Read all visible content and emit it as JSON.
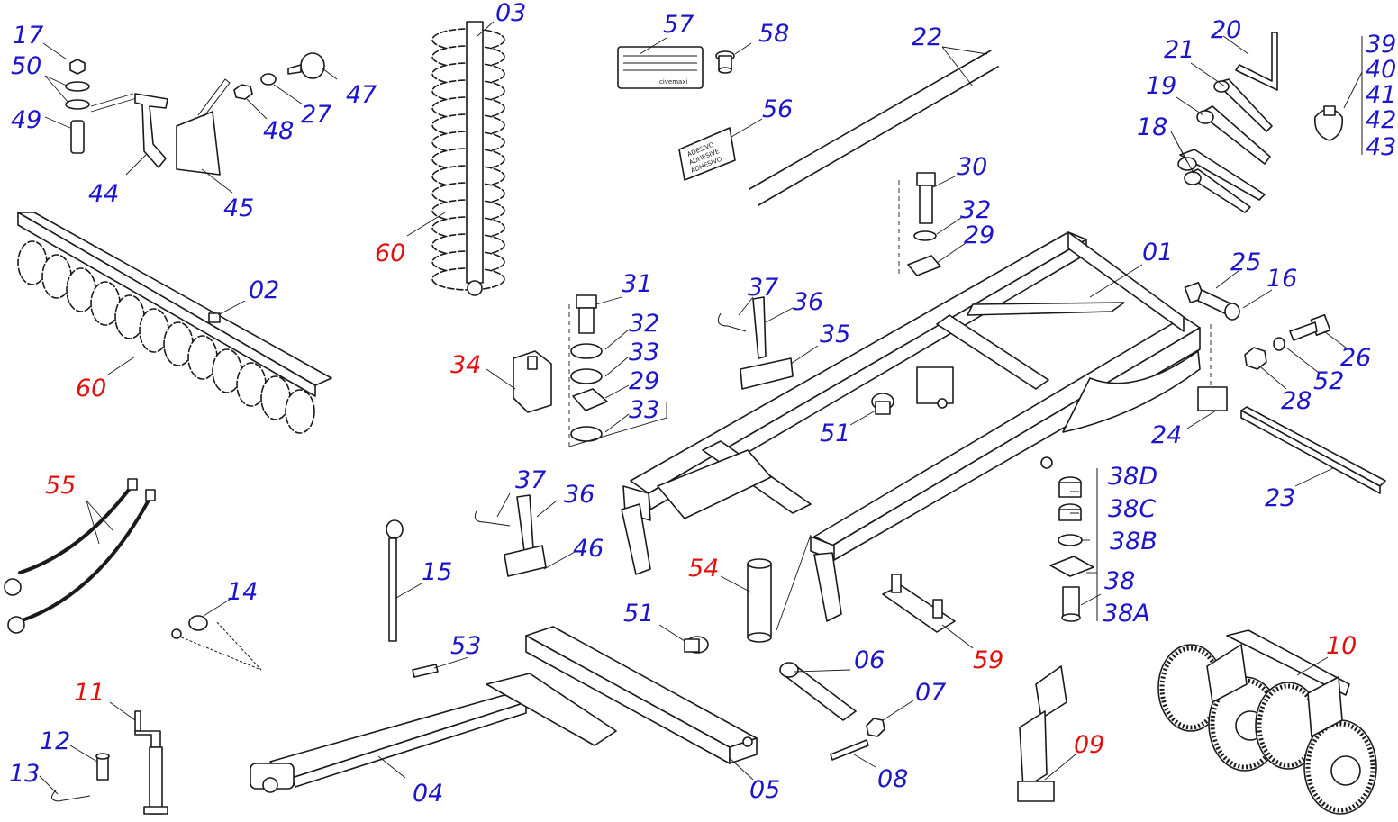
{
  "colors": {
    "part_label": "#1c15c9",
    "highlight_label": "#e0120f",
    "linework": "#1a1a1a",
    "background": "#ffffff"
  },
  "plate_text": "civemaxi",
  "sticker_lines": [
    "ADESIVO",
    "ADHESIVE",
    "ADHESIVO"
  ],
  "labels": {
    "l01": "01",
    "l02": "02",
    "l03": "03",
    "l04": "04",
    "l05": "05",
    "l06": "06",
    "l07": "07",
    "l08": "08",
    "l09": "09",
    "l10": "10",
    "l11": "11",
    "l12": "12",
    "l13": "13",
    "l14": "14",
    "l15": "15",
    "l16": "16",
    "l17": "17",
    "l18": "18",
    "l19": "19",
    "l20": "20",
    "l21": "21",
    "l22": "22",
    "l23": "23",
    "l24": "24",
    "l25": "25",
    "l26": "26",
    "l27": "27",
    "l28": "28",
    "l29a": "29",
    "l29b": "29",
    "l30": "30",
    "l31": "31",
    "l32a": "32",
    "l32b": "32",
    "l33a": "33",
    "l33b": "33",
    "l34": "34",
    "l35": "35",
    "l36a": "36",
    "l36b": "36",
    "l37a": "37",
    "l37b": "37",
    "l38": "38",
    "l38a": "38A",
    "l38b": "38B",
    "l38c": "38C",
    "l38d": "38D",
    "l39": "39",
    "l40": "40",
    "l41": "41",
    "l42": "42",
    "l43": "43",
    "l44": "44",
    "l45": "45",
    "l46": "46",
    "l47": "47",
    "l48": "48",
    "l49": "49",
    "l50": "50",
    "l51a": "51",
    "l51b": "51",
    "l52": "52",
    "l53": "53",
    "l54": "54",
    "l55": "55",
    "l56": "56",
    "l57": "57",
    "l58": "58",
    "l59": "59",
    "l60a": "60",
    "l60b": "60"
  }
}
